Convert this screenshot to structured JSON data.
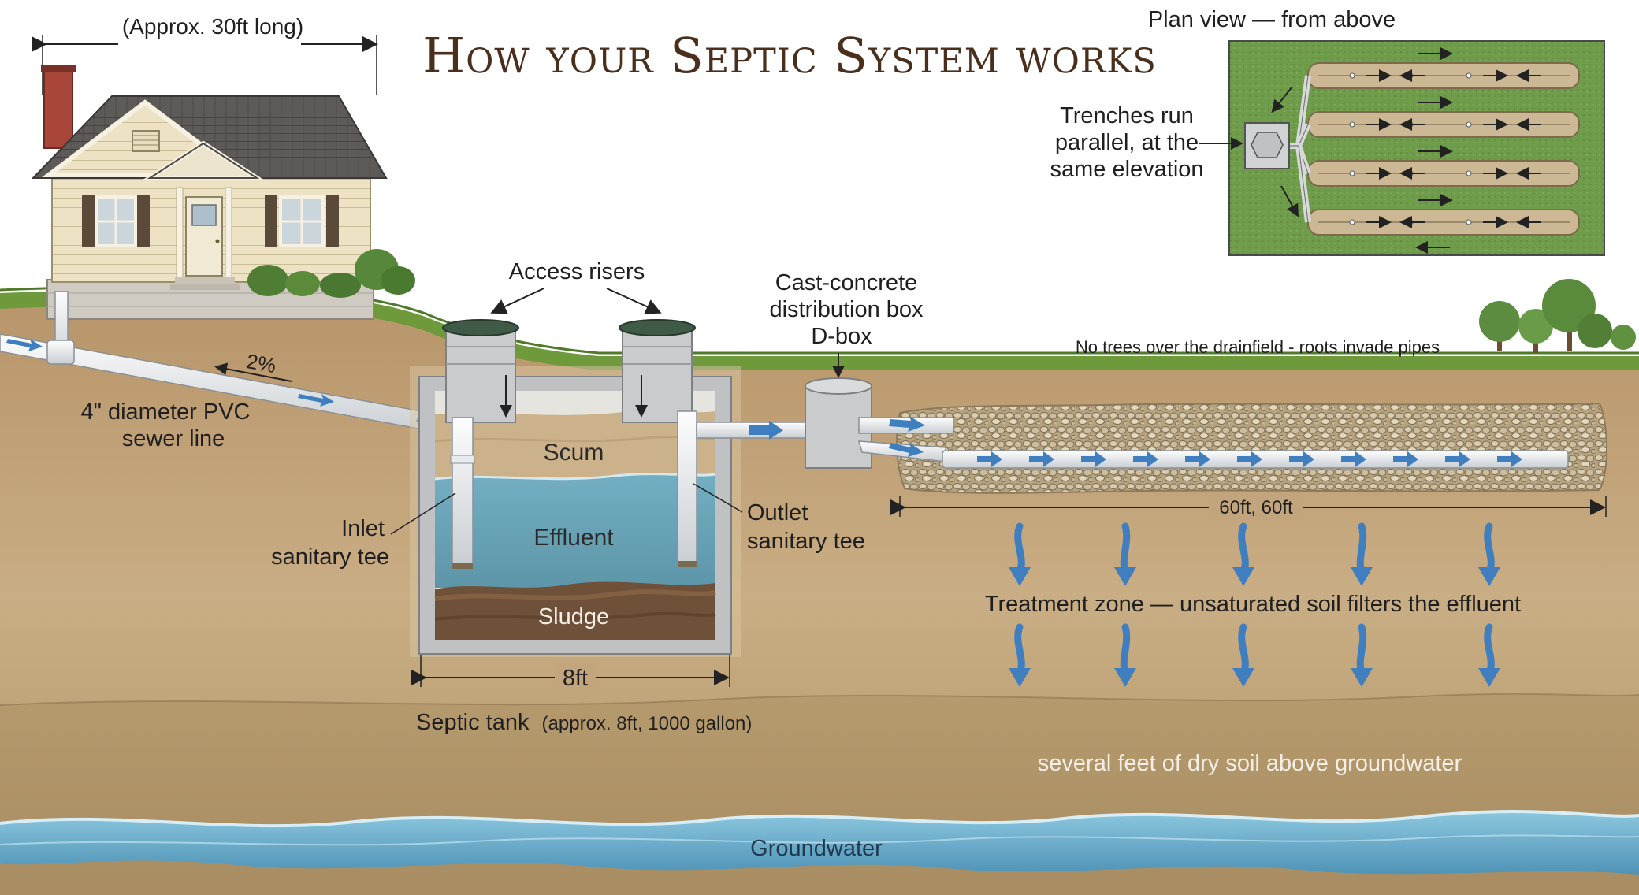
{
  "title": "How your Septic System works",
  "house": {
    "length_label": "(Approx. 30ft long)"
  },
  "sewer_line": {
    "label_line1": "4\" diameter PVC",
    "label_line2": "sewer line",
    "slope": "2%"
  },
  "tank": {
    "risers_label": "Access risers",
    "layers": {
      "scum": "Scum",
      "effluent": "Effluent",
      "sludge": "Sludge"
    },
    "inlet_line1": "Inlet",
    "inlet_line2": "sanitary tee",
    "outlet_line1": "Outlet",
    "outlet_line2": "sanitary tee",
    "width_label": "8ft",
    "caption_main": "Septic tank",
    "caption_detail": "(approx. 8ft, 1000 gallon)"
  },
  "dbox": {
    "line1": "Cast-concrete",
    "line2": "distribution box",
    "line3": "D-box"
  },
  "drainfield": {
    "warning": "No trees over the drainfield - roots invade pipes",
    "length_label": "60ft, 60ft",
    "treatment_zone": "Treatment zone — unsaturated soil filters the effluent",
    "dry_soil": "several feet of dry soil above groundwater",
    "groundwater": "Groundwater"
  },
  "plan_view": {
    "title": "Plan view — from above",
    "note_line1": "Trenches run",
    "note_line2": "parallel, at the",
    "note_line3": "same elevation",
    "trench_count": 4
  },
  "colors": {
    "title": "#4a2f1c",
    "soil": "#c2a57c",
    "deep_soil": "#b39769",
    "grass": "#6f9a3c",
    "water": "#5a9fc0",
    "flow_arrow": "#3f7fc0",
    "gravel": "#a89676"
  }
}
